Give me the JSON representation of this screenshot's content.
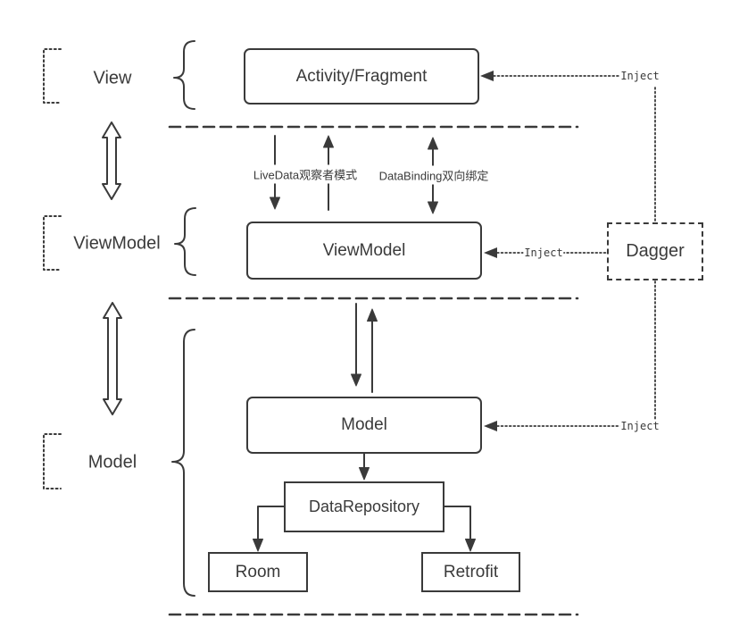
{
  "layers": {
    "view": {
      "label": "View"
    },
    "viewmodel": {
      "label": "ViewModel"
    },
    "model": {
      "label": "Model"
    }
  },
  "boxes": {
    "activity_fragment": {
      "label": "Activity/Fragment"
    },
    "viewmodel": {
      "label": "ViewModel"
    },
    "model": {
      "label": "Model"
    },
    "data_repository": {
      "label": "DataRepository"
    },
    "room": {
      "label": "Room"
    },
    "retrofit": {
      "label": "Retrofit"
    },
    "dagger": {
      "label": "Dagger"
    }
  },
  "edges": {
    "livedata_label": "LiveData观察者模式",
    "databinding_label": "DataBinding双向绑定",
    "inject_to_activity": "Inject",
    "inject_to_viewmodel": "Inject",
    "inject_to_model": "Inject"
  },
  "colors": {
    "line": "#3a3a3a",
    "background": "#ffffff"
  }
}
